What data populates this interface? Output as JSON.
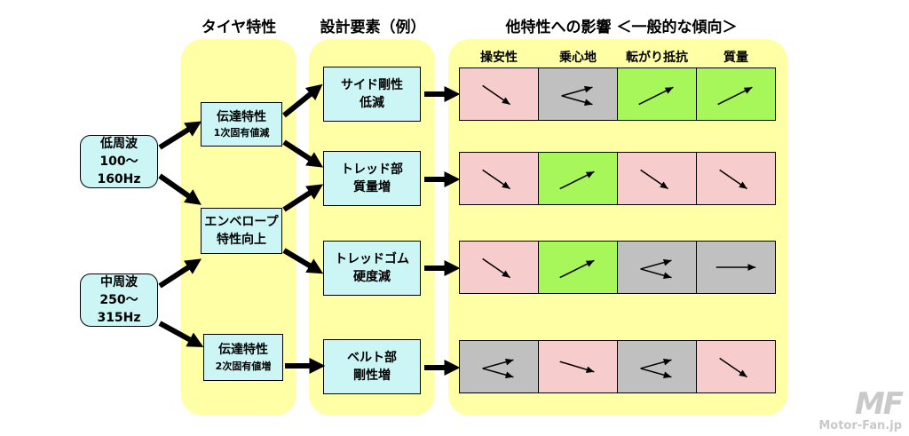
{
  "headers": {
    "tire": "タイヤ特性",
    "design": "設計要素（例）",
    "effect": "他特性への影響 ＜一般的な傾向＞"
  },
  "subheaders": [
    "操安性",
    "乗心地",
    "転がり抵抗",
    "質量"
  ],
  "sources": [
    {
      "line1": "低周波",
      "line2": "100〜160Hz"
    },
    {
      "line1": "中周波",
      "line2": "250〜315Hz"
    }
  ],
  "tire_boxes": [
    {
      "line1": "伝達特性",
      "line2": "1次固有値減"
    },
    {
      "line1": "エンベロープ",
      "line2": "特性向上"
    },
    {
      "line1": "伝達特性",
      "line2": "2次固有値増"
    }
  ],
  "design_boxes": [
    {
      "line1": "サイド剛性",
      "line2": "低減"
    },
    {
      "line1": "トレッド部",
      "line2": "質量増"
    },
    {
      "line1": "トレッドゴム",
      "line2": "硬度減"
    },
    {
      "line1": "ベルト部",
      "line2": "剛性増"
    }
  ],
  "effect_rows": [
    [
      {
        "color": "#f7cccc",
        "trend": "down"
      },
      {
        "color": "#c0c0c0",
        "trend": "mixed"
      },
      {
        "color": "#a8f75a",
        "trend": "up"
      },
      {
        "color": "#a8f75a",
        "trend": "up"
      }
    ],
    [
      {
        "color": "#f7cccc",
        "trend": "down"
      },
      {
        "color": "#a8f75a",
        "trend": "up"
      },
      {
        "color": "#f7cccc",
        "trend": "down"
      },
      {
        "color": "#f7cccc",
        "trend": "down"
      }
    ],
    [
      {
        "color": "#f7cccc",
        "trend": "down"
      },
      {
        "color": "#a8f75a",
        "trend": "up"
      },
      {
        "color": "#c0c0c0",
        "trend": "mixed"
      },
      {
        "color": "#c0c0c0",
        "trend": "flat"
      }
    ],
    [
      {
        "color": "#c0c0c0",
        "trend": "mixed"
      },
      {
        "color": "#f7cccc",
        "trend": "flat-down"
      },
      {
        "color": "#c0c0c0",
        "trend": "mixed"
      },
      {
        "color": "#f7cccc",
        "trend": "down"
      }
    ]
  ],
  "colors": {
    "column_bg": "#ffffa5",
    "box_fill": "#ccf6f6",
    "bad": "#f7cccc",
    "good": "#a8f75a",
    "neutral": "#c0c0c0"
  },
  "watermark": {
    "logo": "MF",
    "site": "Motor-Fan.jp"
  }
}
